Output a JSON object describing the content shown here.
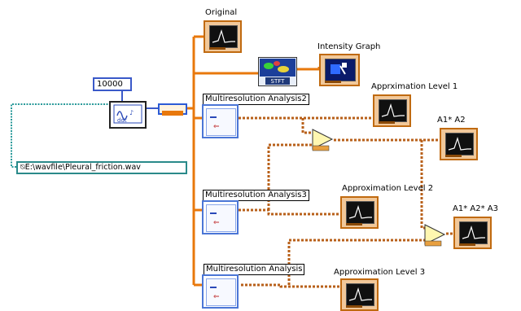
{
  "constant": {
    "value": "10000"
  },
  "file_path": {
    "value": "E:\\wavfile\\Pleural_friction.wav"
  },
  "labels": {
    "original": "Original",
    "intensity_graph": "Intensity Graph",
    "stft": "STFT",
    "mra2": "Multiresolution Analysis2",
    "mra3": "Multiresolution Analysis3",
    "mra": "Multiresolution Analysis",
    "approx1": "Apprximation Level 1",
    "approx2": "Approximation Level 2",
    "approx3": "Approximation Level 3",
    "a1a2": "A1* A2",
    "a1a2a3": "A1* A2* A3"
  },
  "colors": {
    "wire_orange": "#e8780c",
    "wire_teal": "#2a9a9a",
    "wire_blue": "#3a59c9"
  },
  "icons": [
    "graph-indicator-icon",
    "subvi-icon",
    "multiply-icon",
    "stft-icon",
    "read-wave-icon"
  ]
}
